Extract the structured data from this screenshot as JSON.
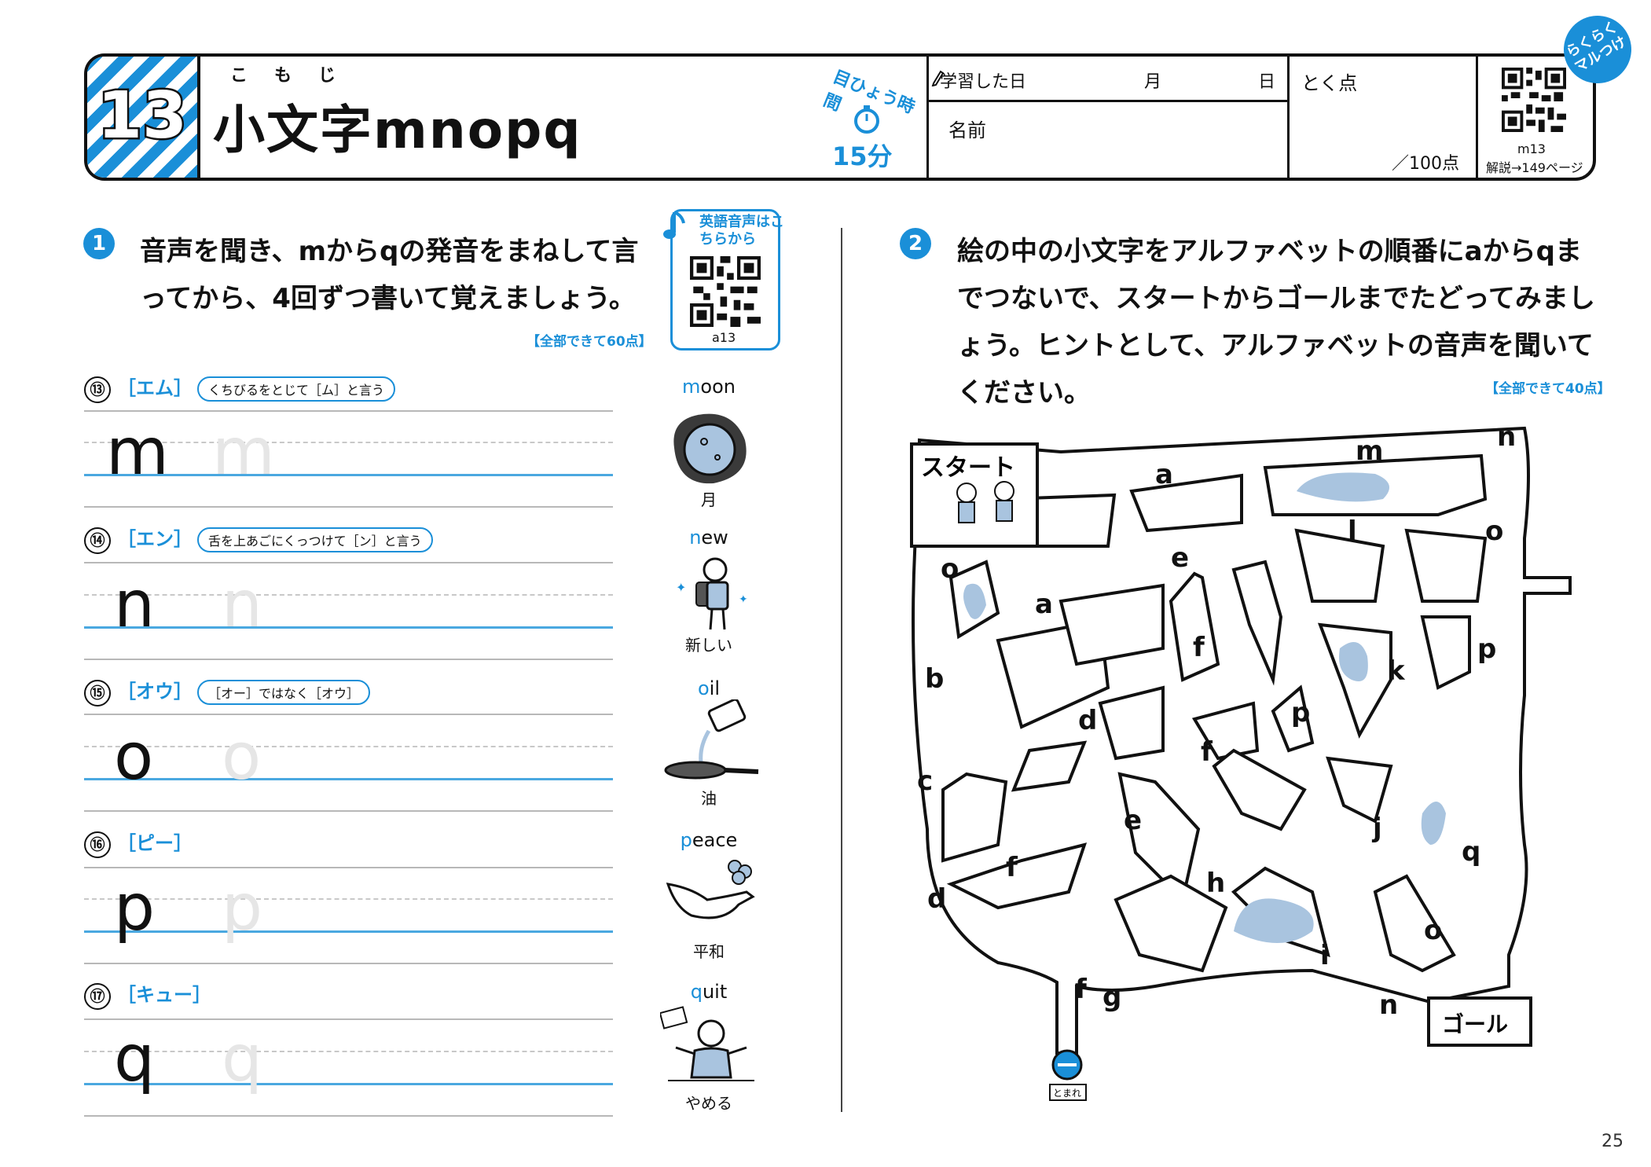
{
  "header": {
    "unit_number": "13",
    "title": "小文字mnopq",
    "title_ruby": "こもじ",
    "goal_label": "目ひょう時間",
    "goal_time": "15分",
    "date_label": "学習した日",
    "month": "月",
    "day": "日",
    "name_label": "名前",
    "score_label": "とく点",
    "score_max": "／100点",
    "qr_code": "m13",
    "answer_page": "解説→149ページ",
    "badge": "らくらくマルつけ"
  },
  "section1": {
    "number": "1",
    "instruction": "音声を聞き、mからqの発音をまねして言ってから、4回ずつ書いて覚えましょう。",
    "points": "【全部できて60点】",
    "audio_label": "英語音声はこちらから",
    "audio_code": "a13",
    "letters": [
      {
        "num": "⑬",
        "kana": "［エム］",
        "hint": "くちびるをとじて［ム］と言う",
        "letter": "m",
        "word_first": "m",
        "word_rest": "oon",
        "caption": "月"
      },
      {
        "num": "⑭",
        "kana": "［エン］",
        "hint": "舌を上あごにくっつけて［ン］と言う",
        "letter": "n",
        "word_first": "n",
        "word_rest": "ew",
        "caption": "新しい"
      },
      {
        "num": "⑮",
        "kana": "［オウ］",
        "hint": "［オー］ではなく［オウ］",
        "letter": "o",
        "word_first": "o",
        "word_rest": "il",
        "caption": "油"
      },
      {
        "num": "⑯",
        "kana": "［ピー］",
        "hint": "",
        "letter": "p",
        "word_first": "p",
        "word_rest": "eace",
        "caption": "平和"
      },
      {
        "num": "⑰",
        "kana": "［キュー］",
        "hint": "",
        "letter": "q",
        "word_first": "q",
        "word_rest": "uit",
        "caption": "やめる"
      }
    ]
  },
  "section2": {
    "number": "2",
    "instruction": "絵の中の小文字をアルファベットの順番にaからqまでつないで、スタートからゴールまでたどってみましょう。ヒントとして、アルファベットの音声を聞いてください。",
    "points": "【全部できて40点】",
    "start_label": "スタート",
    "goal_label": "ゴール",
    "stop_label": "とまれ",
    "maze_letters": [
      "a",
      "m",
      "n",
      "l",
      "o",
      "e",
      "o",
      "a",
      "f",
      "p",
      "b",
      "k",
      "d",
      "p",
      "f",
      "c",
      "e",
      "j",
      "f",
      "h",
      "q",
      "d",
      "o",
      "i",
      "f",
      "g",
      "n"
    ]
  },
  "page_number": "25",
  "colors": {
    "accent": "#1a8fd8",
    "light_blue": "#a9c4df"
  }
}
